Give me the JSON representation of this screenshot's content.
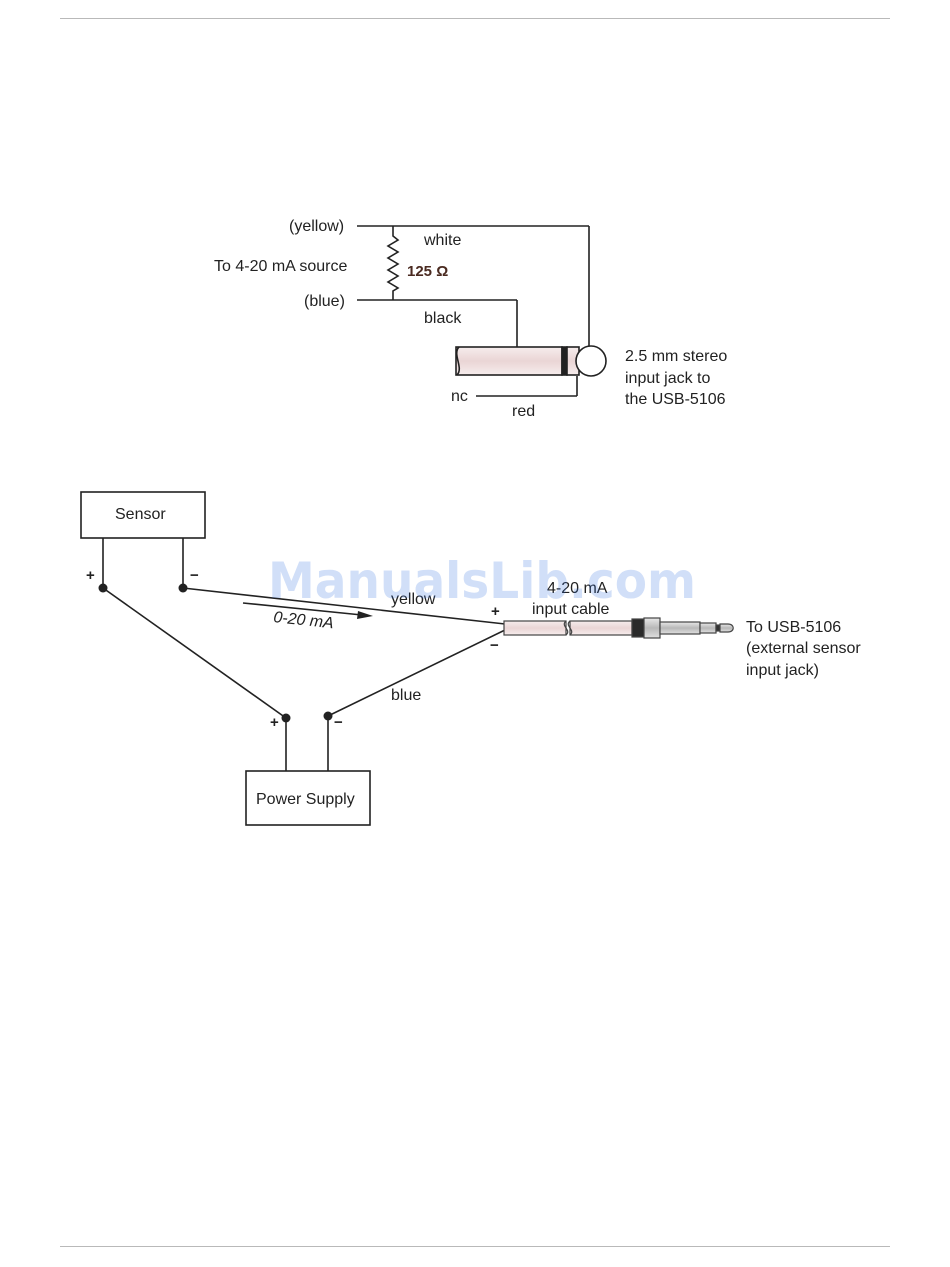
{
  "watermark": "ManualsLib.com",
  "diagram1": {
    "source_label": "To 4-20 mA source",
    "yellow_label": "(yellow)",
    "blue_label": "(blue)",
    "white_label": "white",
    "black_label": "black",
    "resistor_label": "125 Ω",
    "nc_label": "nc",
    "red_label": "red",
    "jack_label": [
      "2.5 mm stereo",
      "input jack to",
      "the USB-5106"
    ]
  },
  "diagram2": {
    "sensor_label": "Sensor",
    "power_label": "Power Supply",
    "plus": "+",
    "minus": "−",
    "current_label": "0-20 mA",
    "yellow_label": "yellow",
    "blue_label": "blue",
    "cable_label": [
      "4-20 mA",
      "input cable"
    ],
    "dest_label": [
      "To USB-5106",
      "(external sensor",
      "input jack)"
    ]
  },
  "colors": {
    "line": "#222222",
    "watermark": "#2f6fe0",
    "cable": "#f3e6e6"
  }
}
